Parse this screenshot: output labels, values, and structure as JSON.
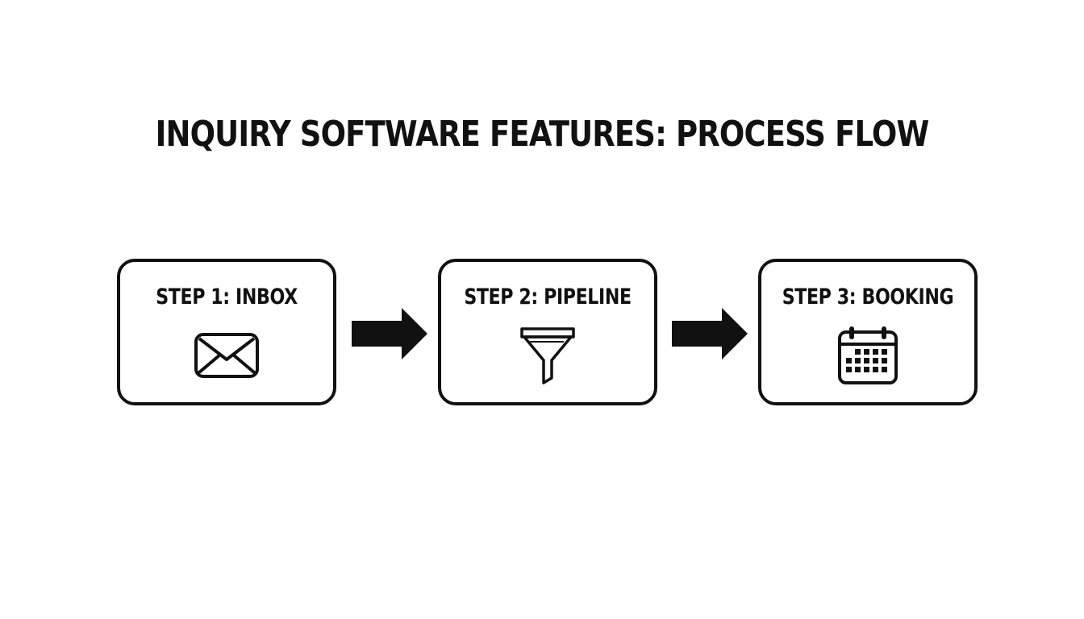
{
  "title": "INQUIRY SOFTWARE FEATURES: PROCESS FLOW",
  "steps": [
    {
      "label": "STEP 1: INBOX",
      "icon": "envelope-icon"
    },
    {
      "label": "STEP 2: PIPELINE",
      "icon": "funnel-icon"
    },
    {
      "label": "STEP 3: BOOKING",
      "icon": "calendar-icon"
    }
  ],
  "connectors": [
    {
      "from": "STEP 1: INBOX",
      "to": "STEP 2: PIPELINE",
      "icon": "arrow-right-icon"
    },
    {
      "from": "STEP 2: PIPELINE",
      "to": "STEP 3: BOOKING",
      "icon": "arrow-right-icon"
    }
  ],
  "colors": {
    "stroke": "#111111",
    "background": "#ffffff"
  }
}
